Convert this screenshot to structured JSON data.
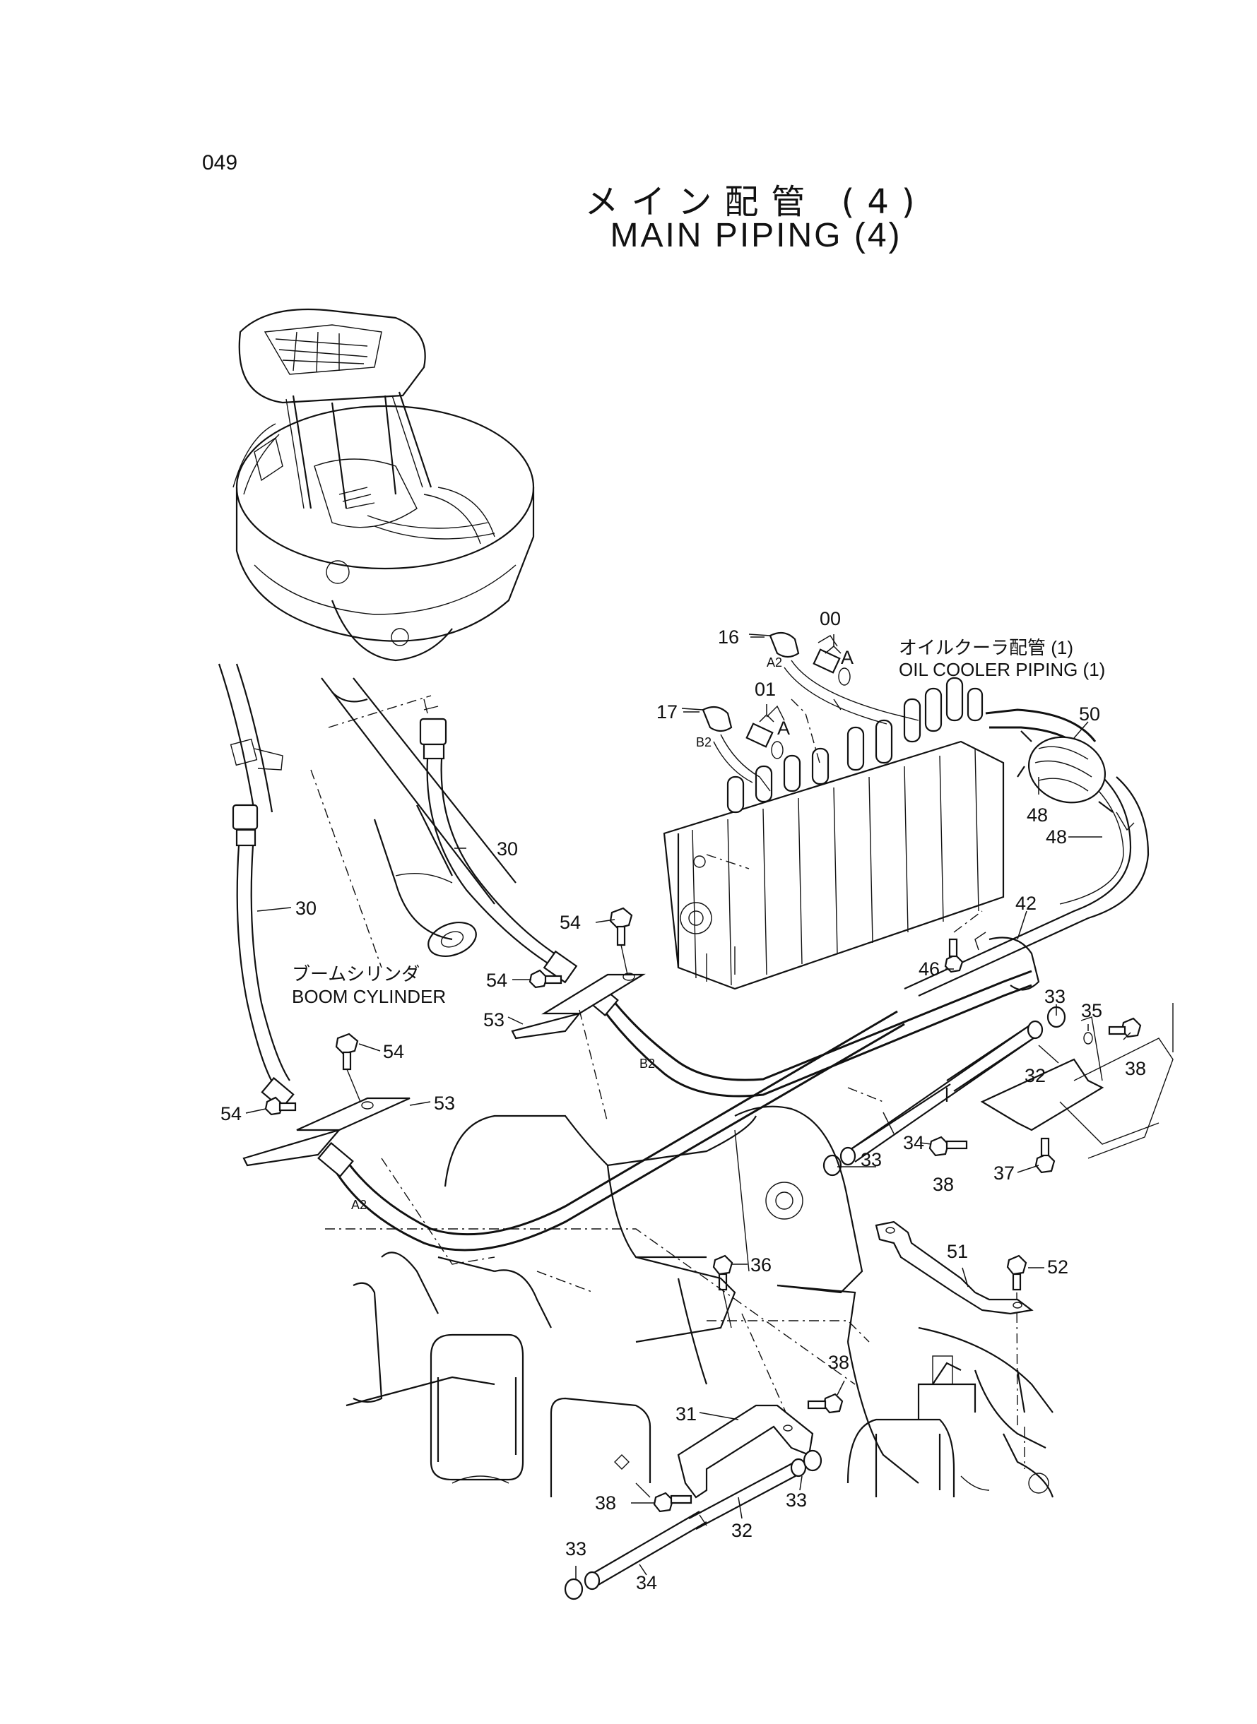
{
  "page_number": "049",
  "title_jp": "メイン配管 (4)",
  "title_en": "MAIN PIPING (4)",
  "annotations": {
    "oil_cooler_jp": "オイルクーラ配管 (1)",
    "oil_cooler_en": "OIL COOLER PIPING (1)",
    "boom_cylinder_jp": "ブームシリンダ",
    "boom_cylinder_en": "BOOM CYLINDER"
  },
  "ports": {
    "a2": "A2",
    "b2": "B2",
    "view_a": "A"
  },
  "callouts": {
    "c00": "00",
    "c01": "01",
    "c16": "16",
    "c17": "17",
    "c30": "30",
    "c31": "31",
    "c32": "32",
    "c33": "33",
    "c34": "34",
    "c35": "35",
    "c36": "36",
    "c37": "37",
    "c38": "38",
    "c42": "42",
    "c46": "46",
    "c48": "48",
    "c50": "50",
    "c51": "51",
    "c52": "52",
    "c53": "53",
    "c54": "54"
  }
}
